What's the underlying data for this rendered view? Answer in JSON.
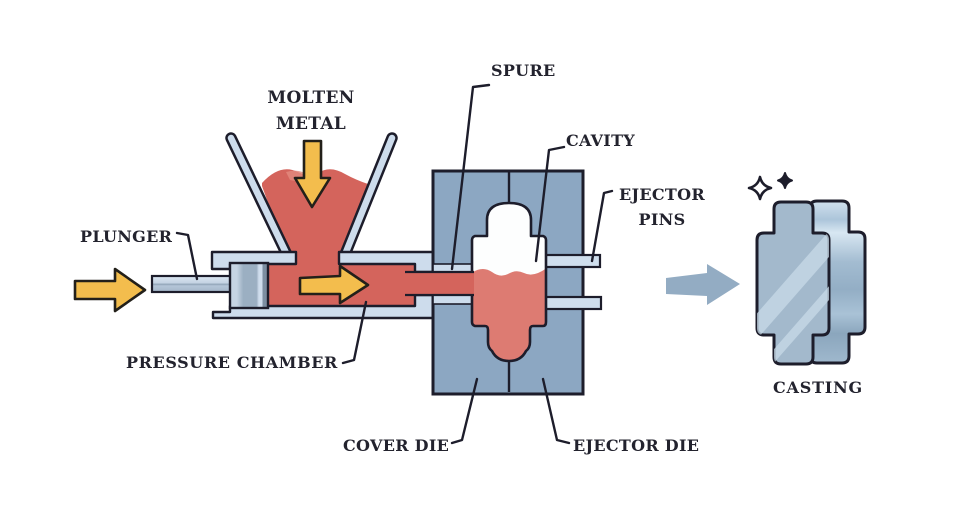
{
  "diagram": {
    "type": "die-casting-process-diagram",
    "labels": {
      "molten_metal_line1": "MOLTEN",
      "molten_metal_line2": "METAL",
      "spure": "SPURE",
      "cavity": "CAVITY",
      "ejector_pins_line1": "EJECTOR",
      "ejector_pins_line2": "PINS",
      "plunger": "PLUNGER",
      "pressure_chamber": "PRESSURE CHAMBER",
      "cover_die": "COVER DIE",
      "ejector_die": "EJECTOR DIE",
      "casting": "CASTING"
    },
    "icons": {
      "molten_metal_flow": "arrow-down-icon",
      "plunger_force": "arrow-right-icon",
      "injection_flow": "arrow-right-icon",
      "ejection_output": "arrow-right-icon",
      "shine": "sparkles-icon"
    },
    "colors": {
      "background": "#ffffff",
      "outline": "#1d1d2b",
      "molten_red": "#d4645c",
      "cavity_red": "#dd7b72",
      "steel_light": "#cddcec",
      "steel_mid": "#9fb2c5",
      "die_blue": "#8ca7c2",
      "arrow_yellow": "#f3bd4d",
      "arrow_gray": "#93acc3",
      "cavity_white": "#fdfefe",
      "label_text": "#23232e"
    }
  }
}
